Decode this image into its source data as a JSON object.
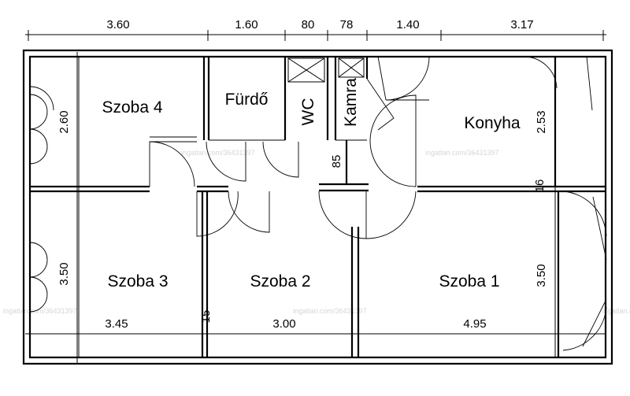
{
  "rooms": {
    "szoba4": "Szoba 4",
    "furdo": "Fürdő",
    "wc": "WC",
    "kamra": "Kamra",
    "konyha": "Konyha",
    "szoba3": "Szoba 3",
    "szoba2": "Szoba 2",
    "szoba1": "Szoba 1"
  },
  "dimensions": {
    "top": [
      "3.60",
      "1.60",
      "80",
      "78",
      "1.40",
      "3.17"
    ],
    "bottom": [
      "3.45",
      "15",
      "3.00",
      "4.95"
    ],
    "left": [
      "2.60",
      "3.50"
    ],
    "right": [
      "2.53",
      "16",
      "3.50"
    ],
    "inner": [
      "85"
    ]
  },
  "watermark": "ingatlan.com/36431397"
}
